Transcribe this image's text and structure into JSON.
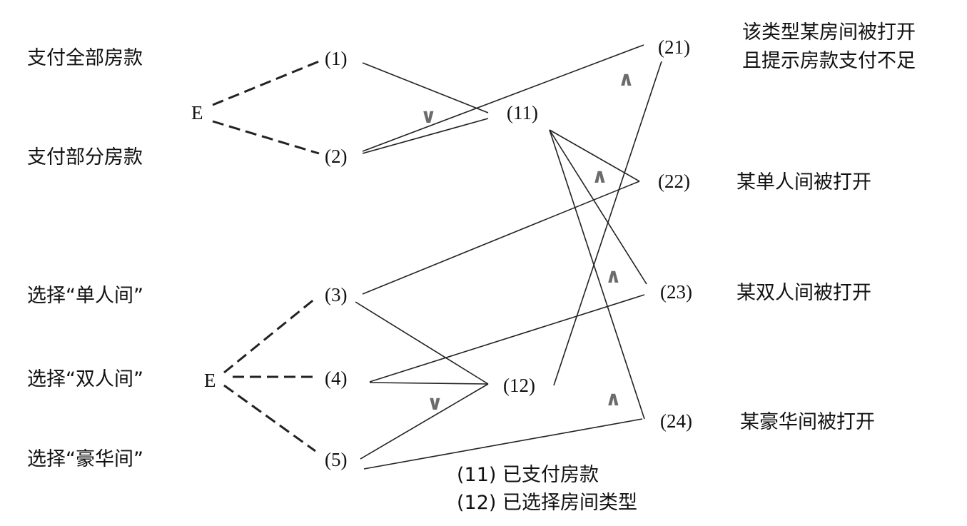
{
  "causes": {
    "c1": "支付全部房款",
    "c2": "支付部分房款",
    "c3": "选择“单人间”",
    "c4": "选择“双人间”",
    "c5": "选择“豪华间”"
  },
  "effects": {
    "e21_line1": "该类型某房间被打开",
    "e21_line2": "且提示房款支付不足",
    "e22": "某单人间被打开",
    "e23": "某双人间被打开",
    "e24": "某豪华间被打开"
  },
  "nodes": {
    "n1": "(1)",
    "n2": "(2)",
    "n3": "(3)",
    "n4": "(4)",
    "n5": "(5)",
    "n11": "(11)",
    "n12": "(12)",
    "n21": "(21)",
    "n22": "(22)",
    "n23": "(23)",
    "n24": "(24)"
  },
  "constraints": {
    "e_top": "E",
    "e_bottom": "E"
  },
  "symbols": {
    "or_symbol": "∨",
    "and_symbol": "∧"
  },
  "legend": {
    "line1": "(11) 已支付房款",
    "line2": "(12) 已选择房间类型"
  }
}
